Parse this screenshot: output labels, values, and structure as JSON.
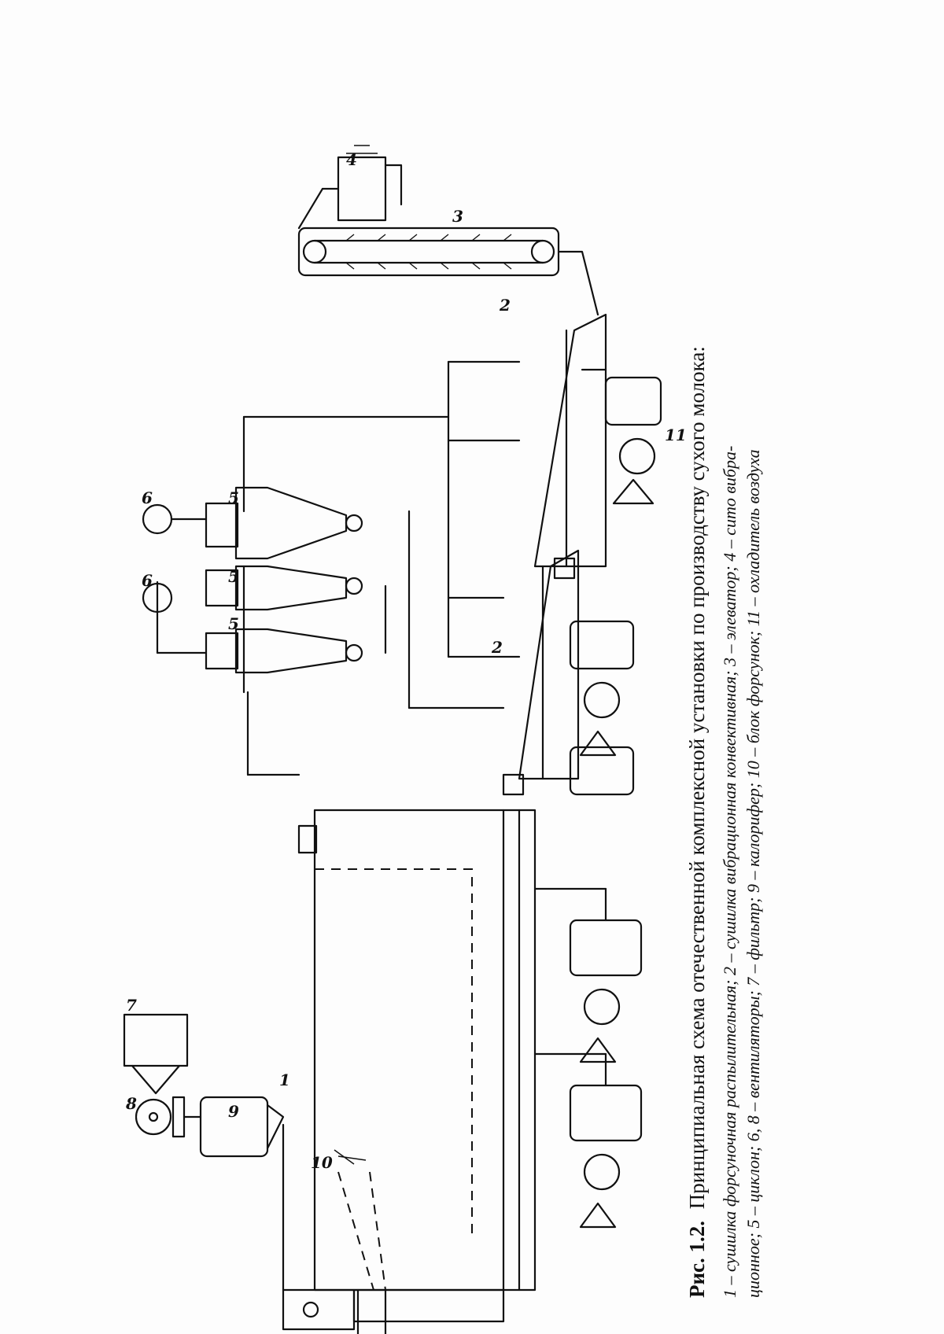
{
  "figure": {
    "label": "Рис. 1.2.",
    "title": "Принципиальная схема отечественной комплексной установки по производству сухого молока:",
    "legend_line1": "1 – сушилка форсуночная распылительная; 2 – сушилка вибрационная конвективная; 3 – элеватор; 4 – сито вибра-",
    "legend_line2": "ционное; 5 – циклон; 6, 8 – вентиляторы; 7 – фильтр; 9 – калорифер; 10 – блок форсунок; 11 – охладитель воздуха"
  },
  "labels": {
    "dryer": "1",
    "vibro_dryer_a": "2",
    "vibro_dryer_b": "2",
    "elevator": "3",
    "sieve": "4",
    "cyclone_a": "5",
    "cyclone_b": "5",
    "cyclone_c": "5",
    "fan_top_a": "6",
    "fan_top_b": "6",
    "filter": "7",
    "fan": "8",
    "heater": "9",
    "nozzles": "10",
    "cooler": "11"
  }
}
